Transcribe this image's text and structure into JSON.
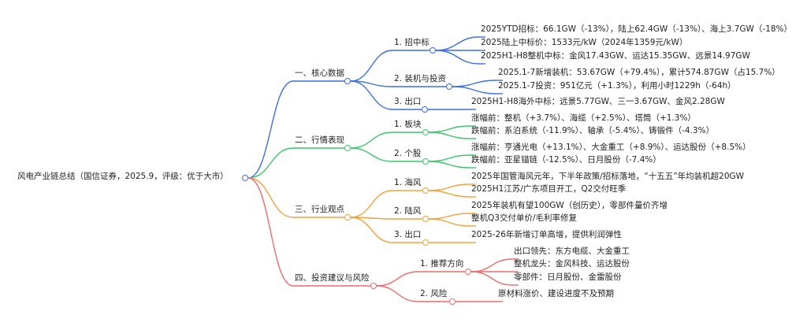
{
  "root": {
    "label": "风电产业链总结（国信证券，2025.9，评级：优于大市）"
  },
  "branches": [
    {
      "label": "一、核心数据",
      "color": "#3b6fe0",
      "children": [
        {
          "label": "1. 招中标",
          "children": [
            "2025YTD招标：66.1GW（-13%），陆上62.4GW（-13%）、海上3.7GW（-18%）",
            "2025陆上中标价：1533元/kW（2024年1359元/kW）",
            "2025H1-H8整机中标：金风17.43GW、运达15.35GW、远景14.97GW"
          ]
        },
        {
          "label": "2. 装机与投资",
          "children": [
            "2025.1-7新增装机：53.67GW（+79.4%），累计574.87GW（占15.7%）",
            "2025.1-7投资：951亿元（+1.3%），利用小时1229h（-64h）"
          ]
        },
        {
          "label": "3. 出口",
          "children": [
            "2025H1-H8海外中标：远景5.77GW、三一3.67GW、金风2.28GW"
          ]
        }
      ]
    },
    {
      "label": "二、行情表现",
      "color": "#3cc46a",
      "children": [
        {
          "label": "1. 板块",
          "children": [
            "涨幅前：整机（+3.7%）、海缆（+2.5%）、塔筒（+1.3%）",
            "跌幅前：系泊系统（-11.9%）、轴承（-5.4%）、铸锻件（-4.3%）"
          ]
        },
        {
          "label": "2. 个股",
          "children": [
            "涨幅前：亨通光电（+13.1%）、大金重工（+8.9%）、运达股份（+8.5%）",
            "跌幅前：亚星锚链（-12.5%）、日月股份（-7.4%）"
          ]
        }
      ]
    },
    {
      "label": "三、行业观点",
      "color": "#f0a23a",
      "children": [
        {
          "label": "1. 海风",
          "children": [
            "2025年国管海风元年，下半年政策/招标落地，“十五五”年均装机超20GW",
            "2025H1江苏/广东项目开工，Q2交付旺季"
          ]
        },
        {
          "label": "2. 陆风",
          "children": [
            "2025年装机有望100GW（创历史），零部件量价齐增",
            "整机Q3交付单价/毛利率修复"
          ]
        },
        {
          "label": "3. 出口",
          "children": [
            "2025-26年新增订单高增，提供利润弹性"
          ]
        }
      ]
    },
    {
      "label": "四、投资建议与风险",
      "color": "#ee6b6b",
      "children": [
        {
          "label": "1. 推荐方向",
          "children": [
            "出口领先：东方电缆、大金重工",
            "整机龙头：金风科技、运达股份",
            "零部件：日月股份、金雷股份"
          ]
        },
        {
          "label": "2. 风险",
          "children": [
            "原材料涨价、建设进度不及预期"
          ]
        }
      ]
    }
  ]
}
